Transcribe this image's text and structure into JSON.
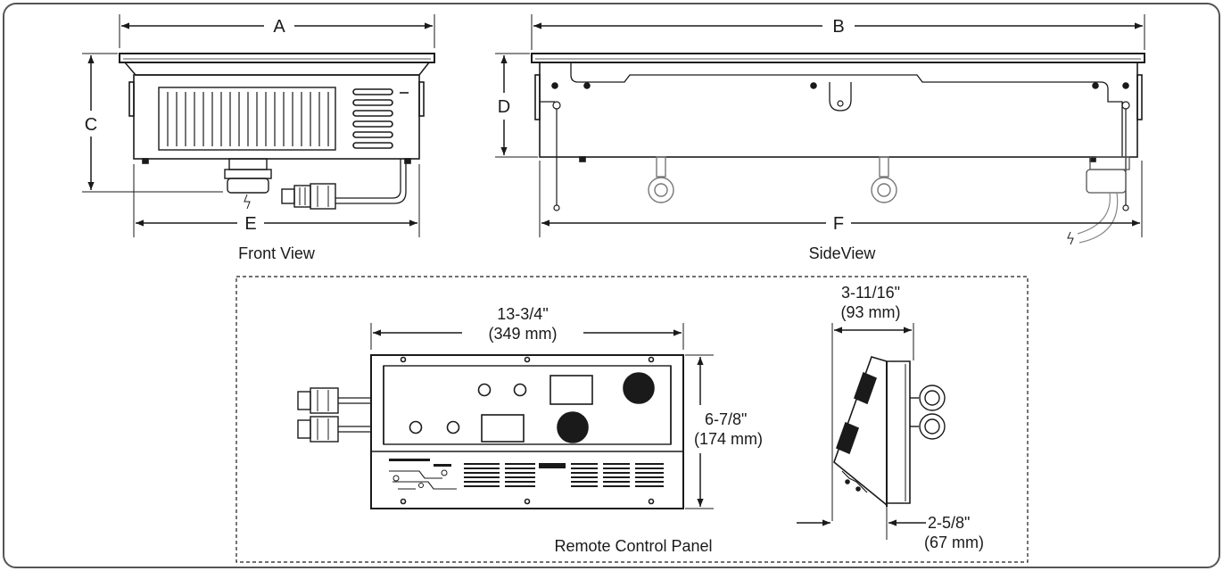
{
  "front_view": {
    "caption": "Front View",
    "dim_a": "A",
    "dim_c": "C",
    "dim_e": "E"
  },
  "side_view": {
    "caption": "SideView",
    "dim_b": "B",
    "dim_d": "D",
    "dim_f": "F"
  },
  "remote_panel": {
    "caption": "Remote Control Panel",
    "width_in": "13-3/4\"",
    "width_mm": "(349 mm)",
    "height_in": "6-7/8\"",
    "height_mm": "(174 mm)",
    "depth_in": "3-11/16\"",
    "depth_mm": "(93 mm)",
    "base_in": "2-5/8\"",
    "base_mm": "(67 mm)"
  },
  "colors": {
    "line": "#1a1a1a",
    "background": "#ffffff",
    "frame": "#555555"
  }
}
